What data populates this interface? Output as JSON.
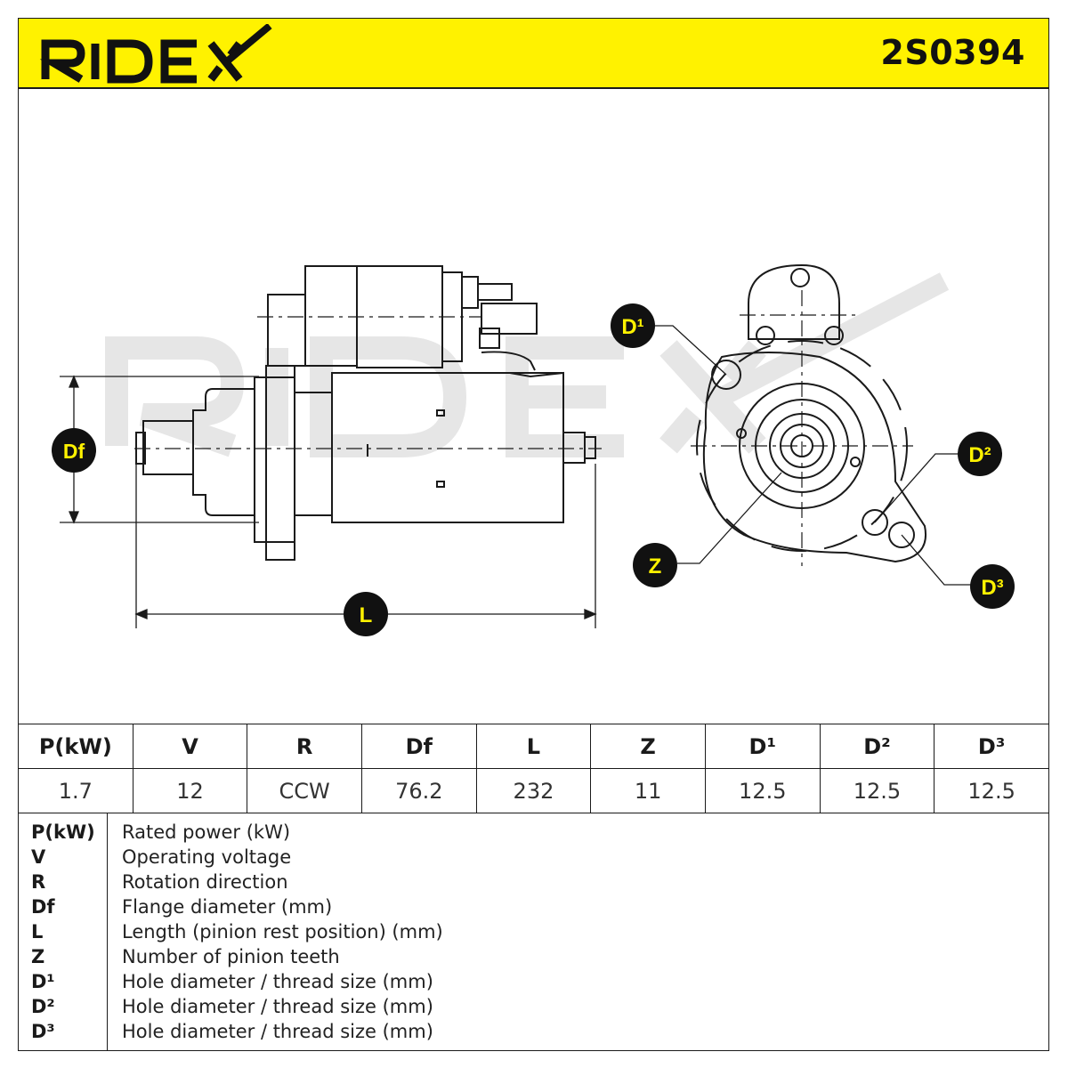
{
  "brand": {
    "logo_text": "RIDEX",
    "part_number": "2S0394",
    "header_color": "#fff200"
  },
  "drawing": {
    "callouts": {
      "d1": "D¹",
      "d2": "D²",
      "d3": "D³",
      "df": "Df",
      "z": "Z",
      "l": "L"
    }
  },
  "spec_table": {
    "headers": [
      "P(kW)",
      "V",
      "R",
      "Df",
      "L",
      "Z",
      "D¹",
      "D²",
      "D³"
    ],
    "values": [
      "1.7",
      "12",
      "CCW",
      "76.2",
      "232",
      "11",
      "12.5",
      "12.5",
      "12.5"
    ]
  },
  "legend": [
    {
      "symbol": "P(kW)",
      "description": "Rated power (kW)"
    },
    {
      "symbol": "V",
      "description": "Operating voltage"
    },
    {
      "symbol": "R",
      "description": "Rotation direction"
    },
    {
      "symbol": "Df",
      "description": "Flange diameter (mm)"
    },
    {
      "symbol": "L",
      "description": "Length (pinion rest position) (mm)"
    },
    {
      "symbol": "Z",
      "description": "Number of pinion teeth"
    },
    {
      "symbol": "D¹",
      "description": "Hole diameter / thread size (mm)"
    },
    {
      "symbol": "D²",
      "description": "Hole diameter / thread size (mm)"
    },
    {
      "symbol": "D³",
      "description": "Hole diameter / thread size (mm)"
    }
  ]
}
